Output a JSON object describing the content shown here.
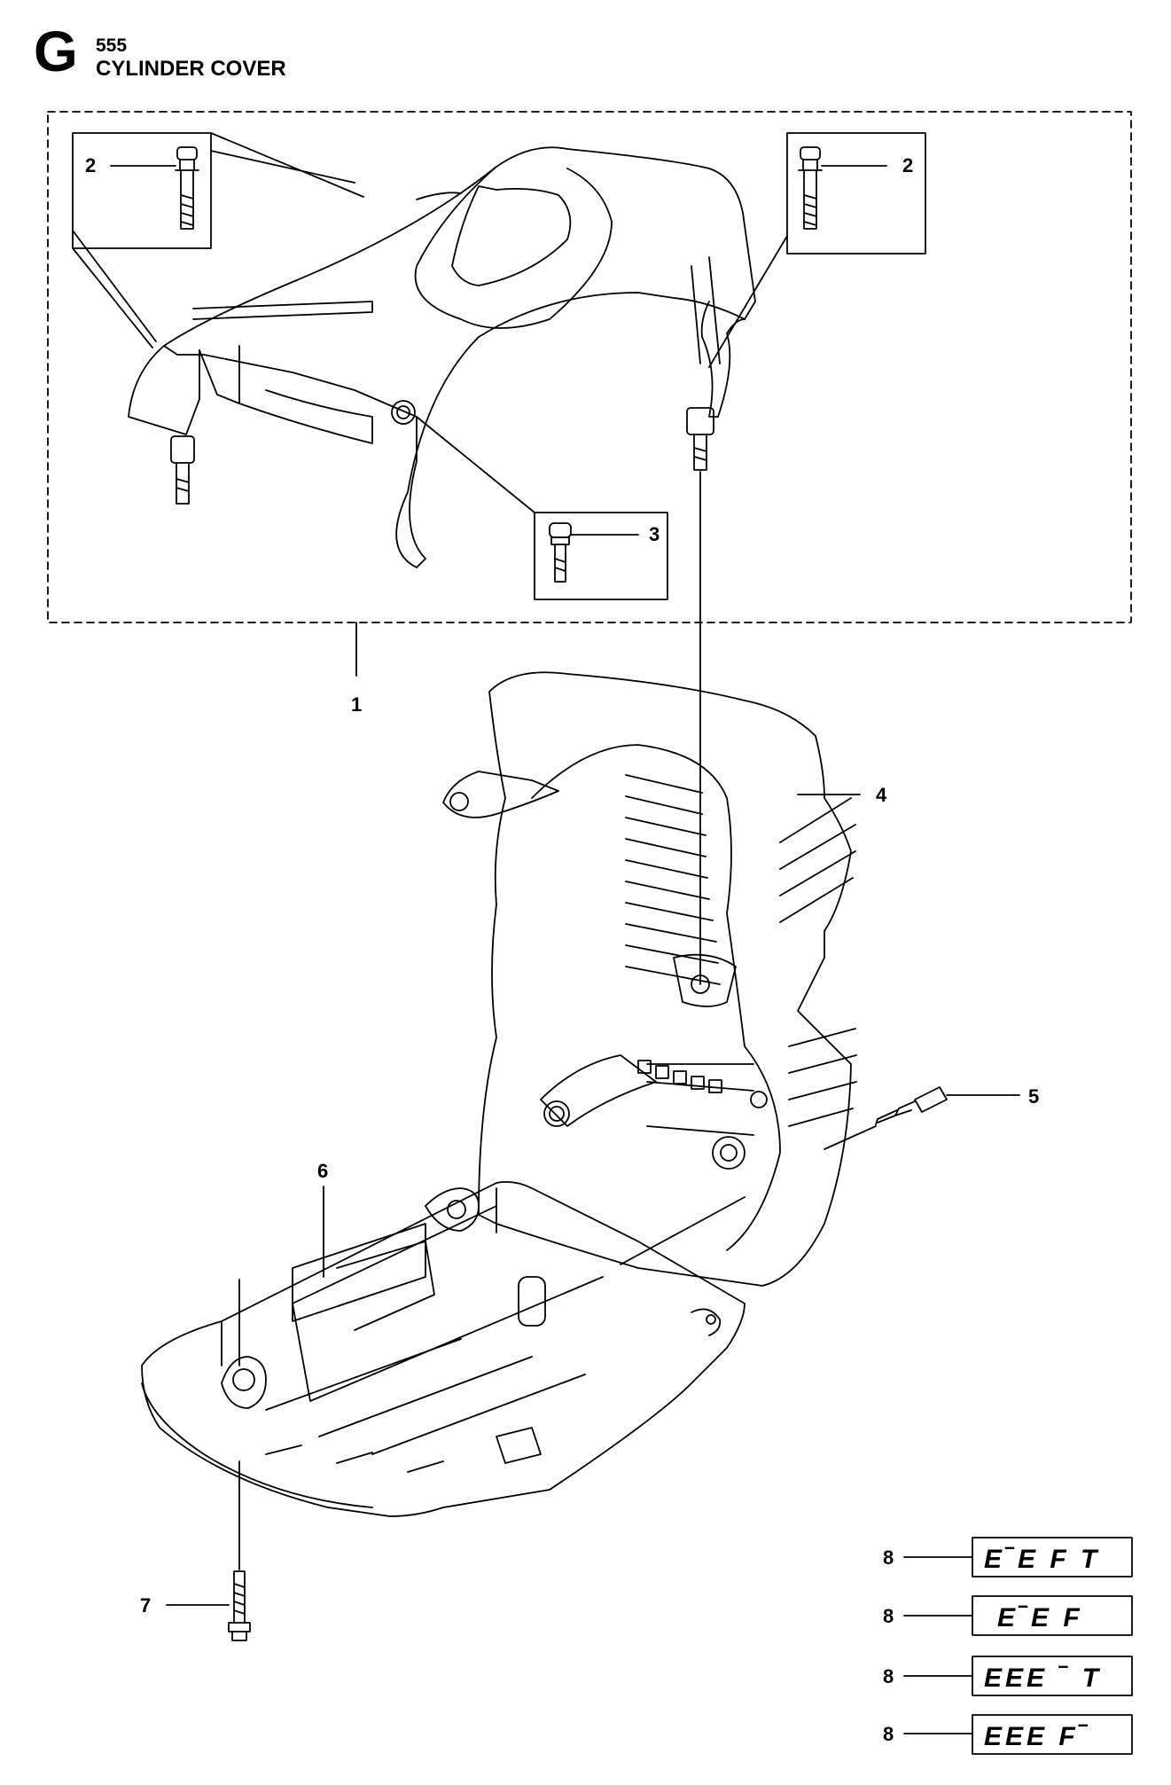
{
  "header": {
    "section_letter": "G",
    "model": "555",
    "title": "CYLINDER COVER"
  },
  "callouts": {
    "c1": "1",
    "c2a": "2",
    "c2b": "2",
    "c3": "3",
    "c4": "4",
    "c5": "5",
    "c6": "6",
    "c7": "7",
    "c8a": "8",
    "c8b": "8",
    "c8c": "8",
    "c8d": "8"
  },
  "decals": {
    "d1": "E‾E F  T",
    "d2": "E‾E F",
    "d3": "EEE ‾  T",
    "d4": "EEE F‾"
  }
}
